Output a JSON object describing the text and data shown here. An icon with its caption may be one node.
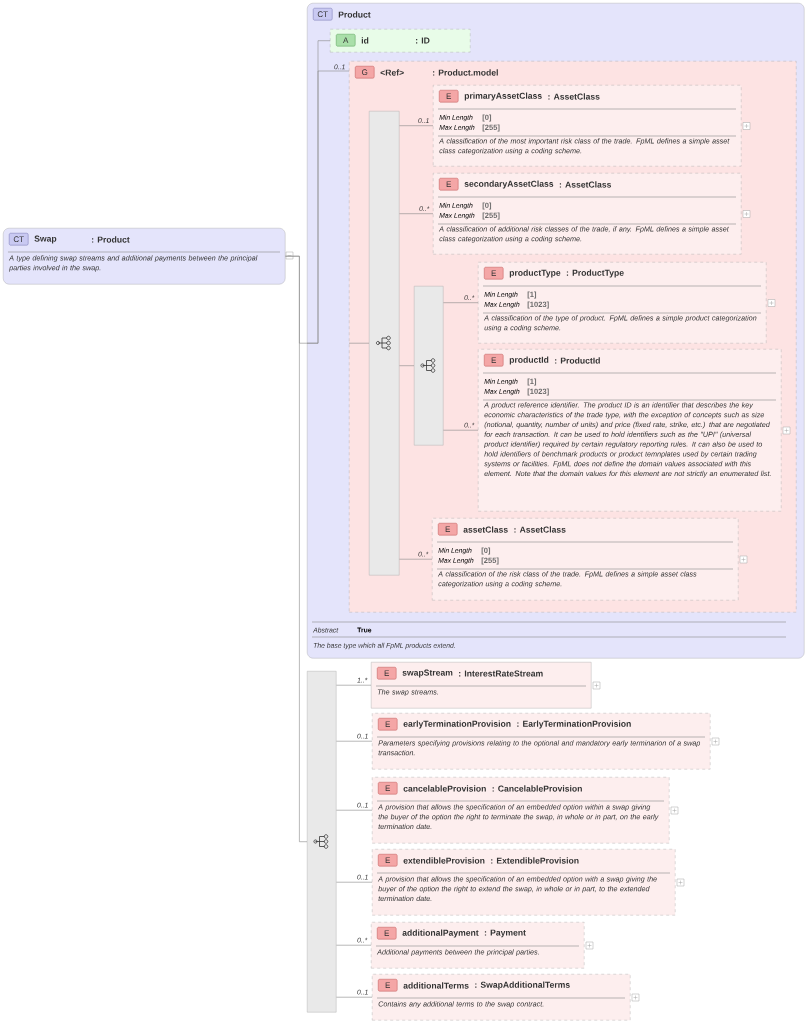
{
  "diagram": {
    "nodes": [
      {
        "text": [
          "CT",
          "Swap",
          ": Product",
          "A type defining swap streams and additional payments between the principal parties involved in the swap."
        ]
      },
      {
        "text": [
          "CT",
          "Product",
          "Abstract",
          "True",
          "The base type which all FpML products extend."
        ]
      },
      {
        "text": [
          "A",
          "id",
          ": ID"
        ],
        "in": 1
      },
      {
        "text": [
          "G",
          "<Ref>",
          ": Product.model"
        ],
        "in": 1
      },
      {
        "text": [],
        "shape": "bar",
        "in": 3
      },
      {
        "text": [
          "E",
          "primaryAssetClass",
          ": AssetClass",
          "Min Length",
          "[0]",
          "Max Length",
          "[255]",
          "A classification of the most important risk class of the trade. FpML defines a simple asset class categorization using a coding scheme."
        ],
        "in": 3
      },
      {
        "text": [
          "E",
          "secondaryAssetClass",
          ": AssetClass",
          "Min Length",
          "[0]",
          "Max Length",
          "[255]",
          "A classification of additional risk classes of the trade, if any. FpML defines a simple asset class categorization using a coding scheme."
        ],
        "in": 3
      },
      {
        "text": [],
        "shape": "bar",
        "in": 3
      },
      {
        "text": [
          "E",
          "productType",
          ": ProductType",
          "Min Length",
          "[1]",
          "Max Length",
          "[1023]",
          "A classification of the type of product. FpML defines a simple product categorization using a coding scheme."
        ],
        "in": 3
      },
      {
        "text": [
          "E",
          "productId",
          ": ProductId",
          "Min Length",
          "[1]",
          "Max Length",
          "[1023]",
          "A product reference identifier. The product ID is an identifier that describes the key economic characteristics of the trade type, with the exception of concepts such as size (notional, quantity, number of units) and price (fixed rate, strike, etc.) that are negotiated for each transaction. It can be used to hold identifiers such as the \"UPI\" (universal product identifier) required by certain regulatory reporting rules. It can also be used to hold identifiers of benchmark products or product temnplates used by certain trading systems or facilities. FpML does not define the domain values associated with this element. Note that the domain values for this element are not strictly an enumerated list."
        ],
        "in": 3
      },
      {
        "text": [
          "E",
          "assetClass",
          ": AssetClass",
          "Min Length",
          "[0]",
          "Max Length",
          "[255]",
          "A classification of the risk class of the trade. FpML defines a simple asset class categorization using a coding scheme."
        ],
        "in": 3
      },
      {
        "text": [],
        "shape": "bar"
      },
      {
        "text": [
          "E",
          "swapStream",
          ": InterestRateStream",
          "The swap streams."
        ]
      },
      {
        "text": [
          "E",
          "earlyTerminationProvision",
          ": EarlyTerminationProvision",
          "Parameters specifying provisions relating to the optional and mandatory early terminarion of a swap transaction."
        ]
      },
      {
        "text": [
          "E",
          "cancelableProvision",
          ": CancelableProvision",
          "A provision that allows the specification of an embedded option within a swap giving the buyer of the option the right to terminate the swap, in whole or in part, on the early termination date."
        ]
      },
      {
        "text": [
          "E",
          "extendibleProvision",
          ": ExtendibleProvision",
          "A provision that allows the specification of an embedded option with a swap giving the buyer of the option the right to extend the swap, in whole or in part, to the extended termination date."
        ]
      },
      {
        "text": [
          "E",
          "additionalPayment",
          ": Payment",
          "Additional payments between the principal parties."
        ]
      },
      {
        "text": [
          "E",
          "additionalTerms",
          ": SwapAdditionalTerms",
          "Contains any additional terms to the swap contract."
        ]
      }
    ],
    "edges": [
      {
        "from": 0,
        "to": 1,
        "arrow": "none"
      },
      {
        "from": 0,
        "to": 11,
        "arrow": "none"
      },
      {
        "from": 1,
        "to": 2,
        "arrow": "none"
      },
      {
        "from": 1,
        "to": 3,
        "arrow": "none",
        "label": "0..1"
      },
      {
        "from": 3,
        "to": 4,
        "arrow": "none"
      },
      {
        "from": 4,
        "to": 5,
        "arrow": "none",
        "label": "0..1"
      },
      {
        "from": 4,
        "to": 6,
        "arrow": "none",
        "label": "0..*"
      },
      {
        "from": 4,
        "to": 7,
        "arrow": "none"
      },
      {
        "from": 7,
        "to": 8,
        "arrow": "none",
        "label": "0..*"
      },
      {
        "from": 7,
        "to": 9,
        "arrow": "none",
        "label": "0..*"
      },
      {
        "from": 4,
        "to": 10,
        "arrow": "none",
        "label": "0..*"
      },
      {
        "from": 11,
        "to": 12,
        "arrow": "none",
        "label": "1..*"
      },
      {
        "from": 11,
        "to": 13,
        "arrow": "none",
        "label": "0..1"
      },
      {
        "from": 11,
        "to": 14,
        "arrow": "none",
        "label": "0..1"
      },
      {
        "from": 11,
        "to": 15,
        "arrow": "none",
        "label": "0..1"
      },
      {
        "from": 11,
        "to": 16,
        "arrow": "none",
        "label": "0..*"
      },
      {
        "from": 11,
        "to": 17,
        "arrow": "none",
        "label": "0..1"
      }
    ]
  }
}
